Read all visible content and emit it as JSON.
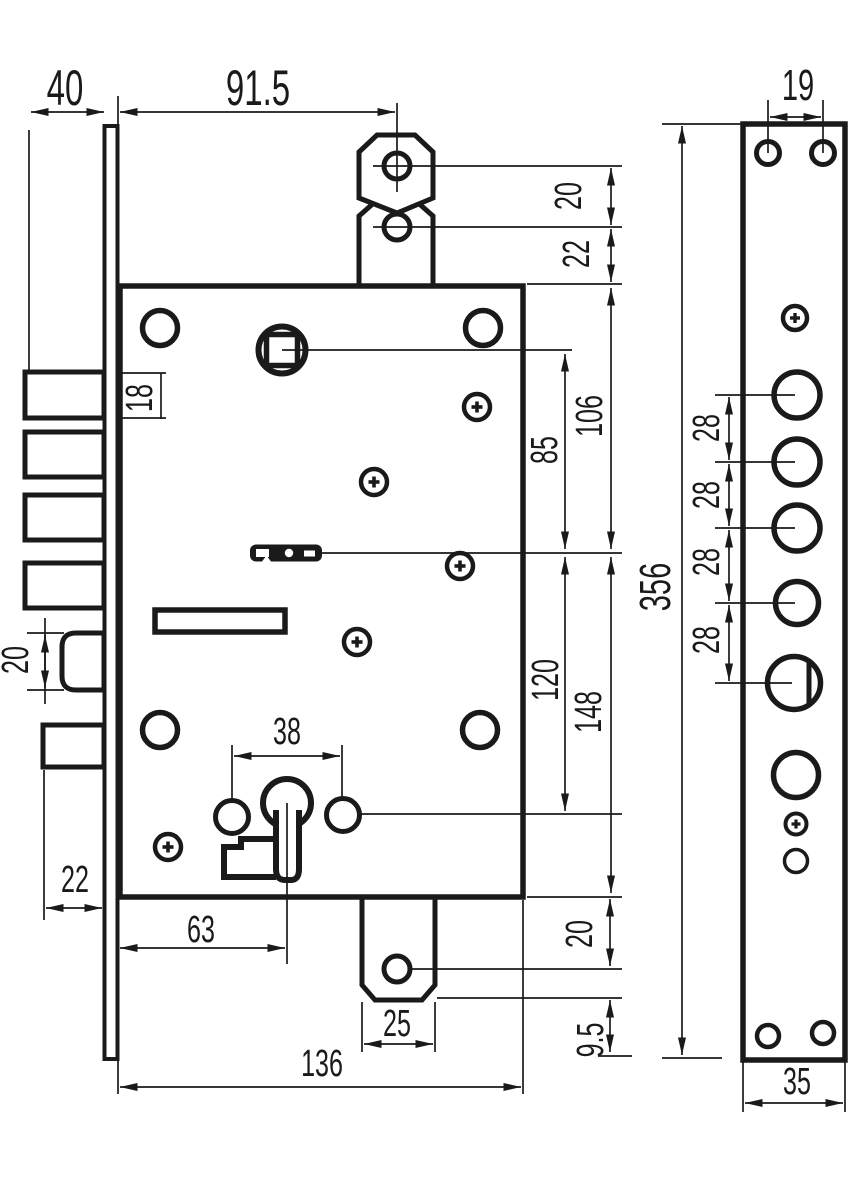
{
  "figure": {
    "kind": "technical dimensional drawing",
    "subject": "mortise lock body (front view) and edge plate (side view)"
  },
  "colors": {
    "line": "#1a1a1a",
    "background": "#ffffff"
  },
  "dims": {
    "bolt_throw": "40",
    "backset": "91.5",
    "plate_hole_spacing": "19",
    "tab_hole1_offset": "20",
    "tab_hole2_offset": "22",
    "spindle_offset": "106",
    "spindle_to_key": "85",
    "key_to_bottom": "148",
    "key_to_cylinder": "120",
    "bolt_height": "18",
    "plate_length": "356",
    "hole_pitch_1": "28",
    "hole_pitch_2": "28",
    "hole_pitch_3": "28",
    "hole_pitch_4": "28",
    "latch_height": "20",
    "aux_bolt_width": "22",
    "cylinder_hole_spacing": "38",
    "cylinder_backset": "63",
    "bottom_tab_width": "25",
    "bottom_tab_offset": "20",
    "tab_bottom_margin": "9.5",
    "body_length": "136",
    "plate_width": "35"
  }
}
